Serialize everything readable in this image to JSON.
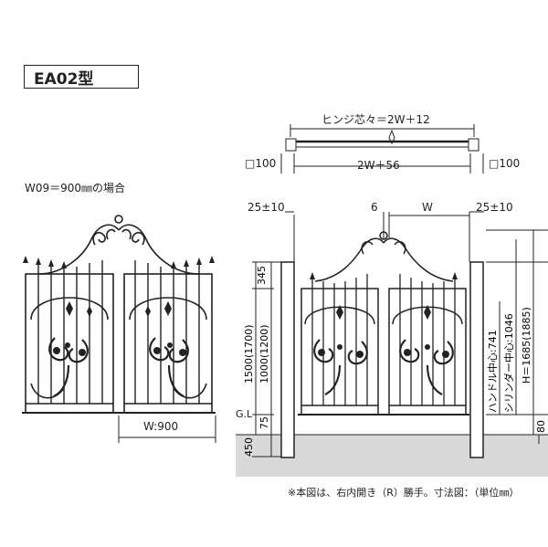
{
  "model": "EA02型",
  "left_caption": "W09＝900㎜の場合",
  "left_width_label": "W:900",
  "dims": {
    "hinge_center": "ヒンジ芯々＝2W＋12",
    "post_left": "□100",
    "post_right": "□100",
    "inner": "2W＋56",
    "left_offset": "25±10",
    "gap": "6",
    "w": "W",
    "right_offset": "25±10",
    "d345": "345",
    "d1500": "1500(1700)",
    "d1000": "1000(1200)",
    "d75": "75",
    "gl": "G.L",
    "d450": "450",
    "handle": "ハンドル中心:741",
    "cylinder": "シリンダー中心:1046",
    "height": "H＝1685(1885)",
    "d80": "80"
  },
  "note": "※本図は、右内開き（R）勝手。寸法図：（単位㎜）",
  "colors": {
    "ground": "#d9d9d9",
    "ink": "#222222"
  }
}
